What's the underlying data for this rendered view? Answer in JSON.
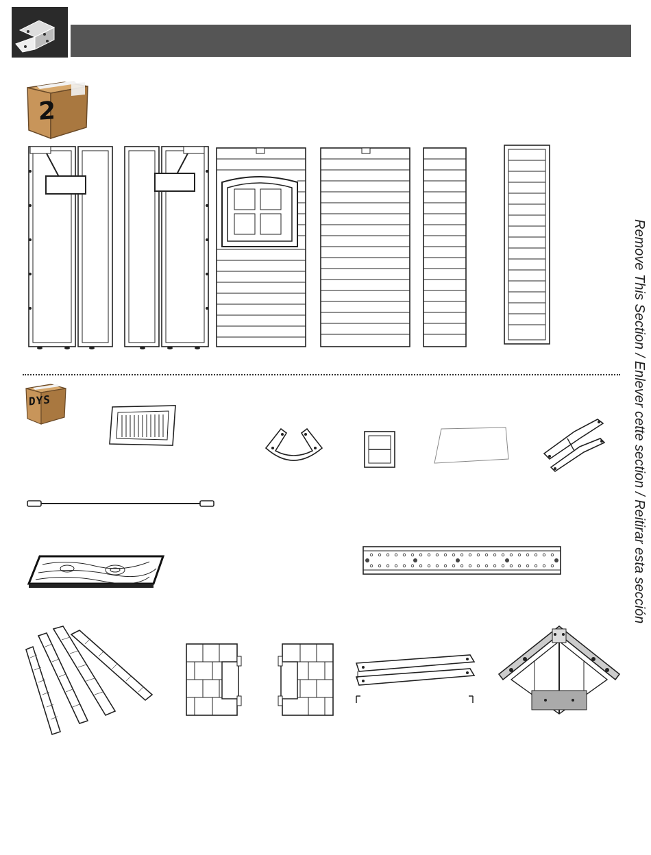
{
  "header": {
    "title": "",
    "icon": "bracket-icon",
    "bar_color": "#555555"
  },
  "box_two": {
    "number": "2",
    "icon": "cardboard-box-icon",
    "color": "#c8955a"
  },
  "box_dys": {
    "label": "DYS",
    "icon": "cardboard-box-icon"
  },
  "side_note": {
    "text": "Remove This Section / Enlever cette section / Reitirar esta sección"
  },
  "parts": {
    "wall_panels": [
      "wall-panel-left",
      "wall-panel-right",
      "window-panel",
      "siding-panel-wide",
      "siding-panel-narrow",
      "gable-panel"
    ],
    "small_parts": [
      "vent",
      "corner-brace",
      "window-frame",
      "shelf",
      "hinge-bracket",
      "rod",
      "wood-plank",
      "metal-beam",
      "shingle-strips",
      "shutter-left",
      "shutter-right",
      "truss-bar",
      "gable-truss"
    ]
  }
}
